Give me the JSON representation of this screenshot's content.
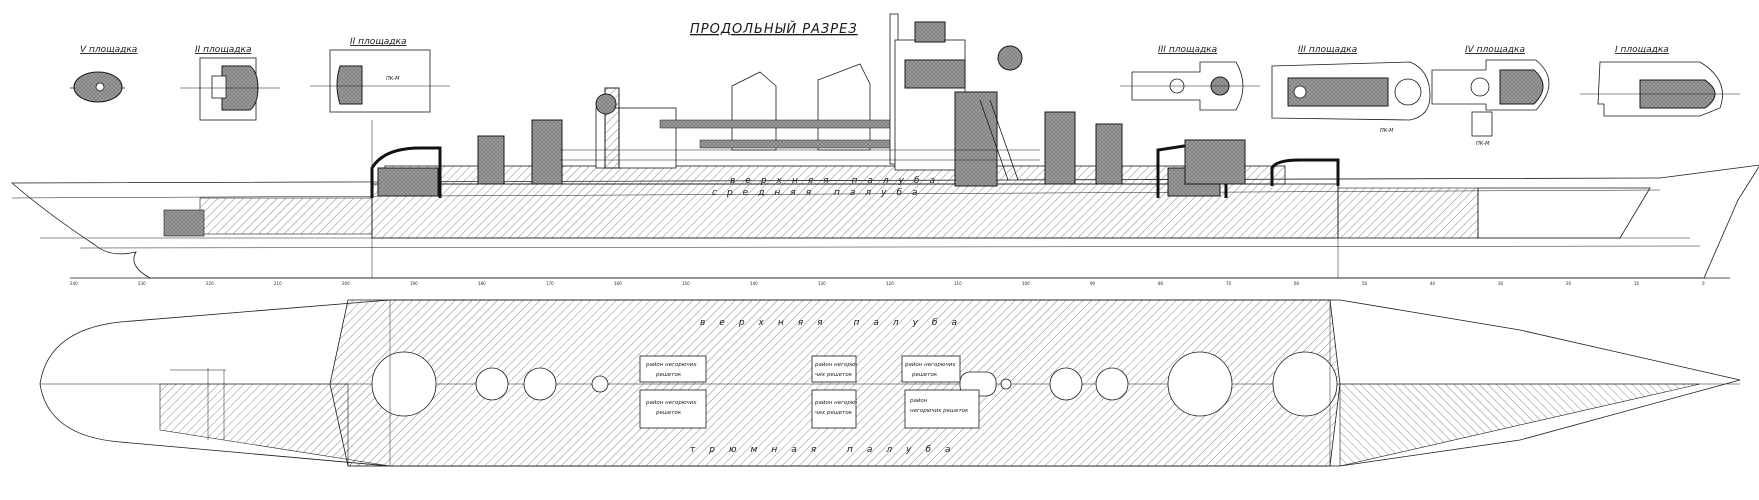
{
  "title": "ПРОДОЛЬНЫЙ РАЗРЕЗ",
  "platforms": [
    {
      "id": "p1",
      "label": "V площадка"
    },
    {
      "id": "p2",
      "label": "II площадка"
    },
    {
      "id": "p3",
      "label": "II площадка"
    },
    {
      "id": "p4",
      "label": "III площадка"
    },
    {
      "id": "p5",
      "label": "III площадка"
    },
    {
      "id": "p6",
      "label": "IV площадка"
    },
    {
      "id": "p7",
      "label": "I площадка"
    }
  ],
  "decks": {
    "upper_side": "верхняя палуба",
    "middle_side": "средняя палуба",
    "upper_plan": "верхняя палуба",
    "hold_plan": "трюмная палуба"
  },
  "plan_boxes": [
    {
      "id": "b1",
      "l1": "район негорючих",
      "l2": "решеток"
    },
    {
      "id": "b2",
      "l1": "район негорючих",
      "l2": "решеток"
    },
    {
      "id": "b3",
      "l1": "район негорю-",
      "l2": "чих решеток"
    },
    {
      "id": "b4",
      "l1": "район негорю-",
      "l2": "чих решеток"
    },
    {
      "id": "b5",
      "l1": "район негорючих",
      "l2": "решеток"
    },
    {
      "id": "b6",
      "l1": "район",
      "l2": "негорючих решеток"
    }
  ],
  "platform_marks": {
    "pk1": "ПК-М",
    "pk2": "ПК-М",
    "pk3": "ПК-М"
  },
  "frame_numbers": [
    "240",
    "230",
    "220",
    "210",
    "200",
    "190",
    "180",
    "170",
    "160",
    "150",
    "140",
    "130",
    "120",
    "110",
    "100",
    "90",
    "80",
    "70",
    "60",
    "50",
    "40",
    "30",
    "20",
    "10",
    "0"
  ],
  "colors": {
    "ink": "#1a1a1a",
    "armor": "#9a9a9a",
    "paper": "#ffffff"
  }
}
